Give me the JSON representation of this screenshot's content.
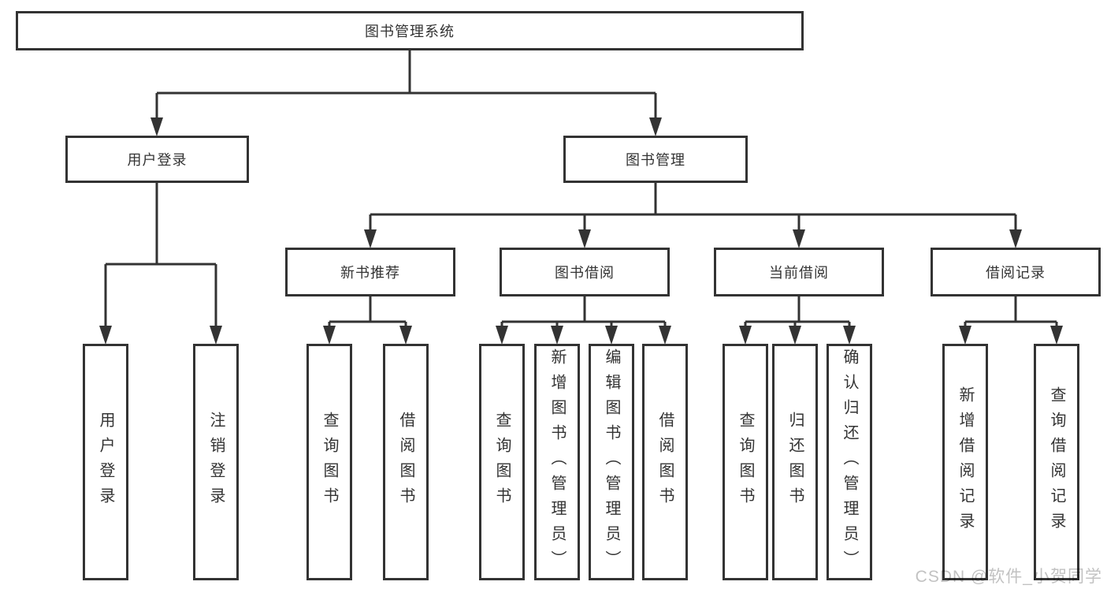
{
  "tree": {
    "root": {
      "label": "图书管理系统"
    },
    "branches": [
      {
        "label": "用户登录",
        "children": [
          {
            "label": "用户登录"
          },
          {
            "label": "注销登录"
          }
        ]
      },
      {
        "label": "图书管理",
        "groups": [
          {
            "label": "新书推荐",
            "children": [
              {
                "label": "查询图书"
              },
              {
                "label": "借阅图书"
              }
            ]
          },
          {
            "label": "图书借阅",
            "children": [
              {
                "label": "查询图书"
              },
              {
                "label": "新增图书（管理员）"
              },
              {
                "label": "编辑图书（管理员）"
              },
              {
                "label": "借阅图书"
              }
            ]
          },
          {
            "label": "当前借阅",
            "children": [
              {
                "label": "查询图书"
              },
              {
                "label": "归还图书"
              },
              {
                "label": "确认归还（管理员）"
              }
            ]
          },
          {
            "label": "借阅记录",
            "children": [
              {
                "label": "新增借阅记录"
              },
              {
                "label": "查询借阅记录"
              }
            ]
          }
        ]
      }
    ]
  },
  "watermark": {
    "text": "CSDN @软件_小贺同学",
    "color": "#c2c2c2"
  },
  "colors": {
    "line": "#333333",
    "box_border": "#333333",
    "text": "#333333",
    "background": "#ffffff"
  }
}
